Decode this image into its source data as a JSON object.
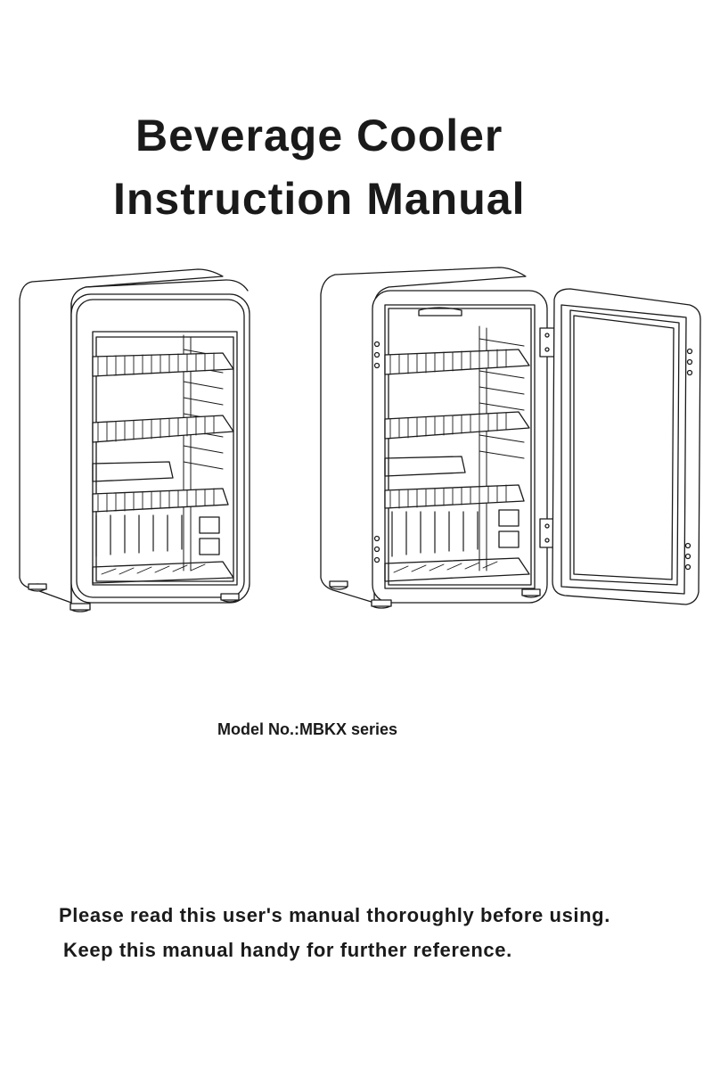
{
  "document": {
    "title_line_1": "Beverage Cooler",
    "title_line_2": "Instruction Manual",
    "model_number": "Model No.:MBKX series",
    "instruction_line_1": "Please read this user's manual thoroughly before using.",
    "instruction_line_2": "Keep this manual handy for further reference."
  },
  "illustration": {
    "closed_cooler": "beverage-cooler-door-closed",
    "open_cooler": "beverage-cooler-door-open",
    "stroke_color": "#1a1a1a",
    "fill_color": "#ffffff"
  }
}
